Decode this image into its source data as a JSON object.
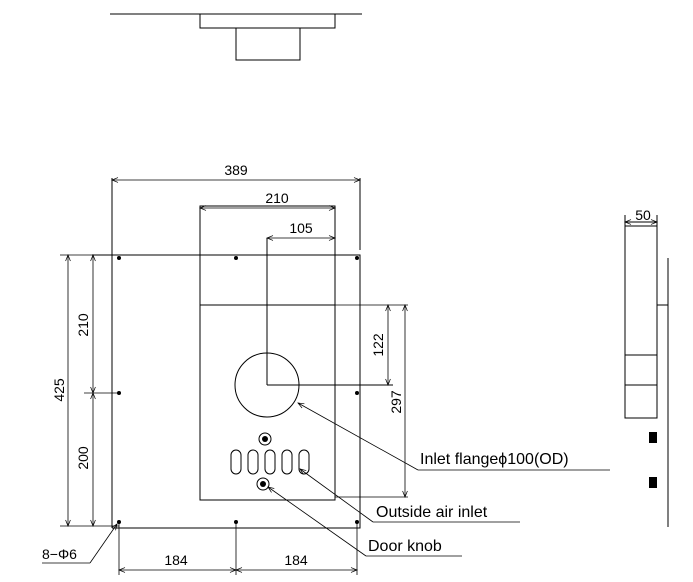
{
  "front_view": {
    "dimensions": {
      "overall_width": "389",
      "panel_width": "210",
      "center_offset": "105",
      "overall_height": "425",
      "upper_hole_spacing": "210",
      "lower_hole_spacing": "200",
      "flange_offset": "122",
      "panel_height": "297",
      "lower_left_spacing": "184",
      "lower_right_spacing": "184",
      "holes_callout": "8−Φ6"
    },
    "callouts": {
      "inlet_flange": "Inlet flangeϕ100(OD)",
      "outside_air_inlet": "Outside air inlet",
      "door_knob": "Door knob"
    }
  },
  "side_view": {
    "depth": "50"
  }
}
